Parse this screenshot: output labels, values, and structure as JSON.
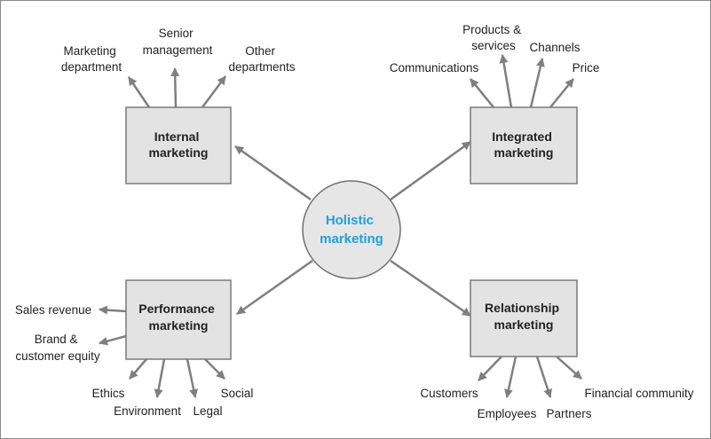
{
  "center": {
    "lines": [
      "Holistic",
      "marketing"
    ]
  },
  "boxes": {
    "internal": {
      "lines": [
        "Internal",
        "marketing"
      ]
    },
    "integrated": {
      "lines": [
        "Integrated",
        "marketing"
      ]
    },
    "performance": {
      "lines": [
        "Performance",
        "marketing"
      ]
    },
    "relationship": {
      "lines": [
        "Relationship",
        "marketing"
      ]
    }
  },
  "leaves": {
    "internal": [
      {
        "lines": [
          "Marketing",
          "department"
        ]
      },
      {
        "lines": [
          "Senior",
          "management"
        ]
      },
      {
        "lines": [
          "Other",
          "departments"
        ]
      }
    ],
    "integrated": [
      {
        "lines": [
          "Communications"
        ]
      },
      {
        "lines": [
          "Products &",
          "services"
        ]
      },
      {
        "lines": [
          "Channels"
        ]
      },
      {
        "lines": [
          "Price"
        ]
      }
    ],
    "performance": [
      {
        "lines": [
          "Sales revenue"
        ]
      },
      {
        "lines": [
          "Brand &",
          "customer equity"
        ]
      },
      {
        "lines": [
          "Ethics"
        ]
      },
      {
        "lines": [
          "Environment"
        ]
      },
      {
        "lines": [
          "Legal"
        ]
      },
      {
        "lines": [
          "Social"
        ]
      }
    ],
    "relationship": [
      {
        "lines": [
          "Customers"
        ]
      },
      {
        "lines": [
          "Employees"
        ]
      },
      {
        "lines": [
          "Partners"
        ]
      },
      {
        "lines": [
          "Financial community"
        ]
      }
    ]
  },
  "colors": {
    "box_fill": "#e3e3e3",
    "box_stroke": "#7a7a7a",
    "arrow": "#7f7f7f",
    "center_fill": "#e6e6e6",
    "center_text": "#1ea0e0",
    "frame": "#8a8a8a"
  }
}
